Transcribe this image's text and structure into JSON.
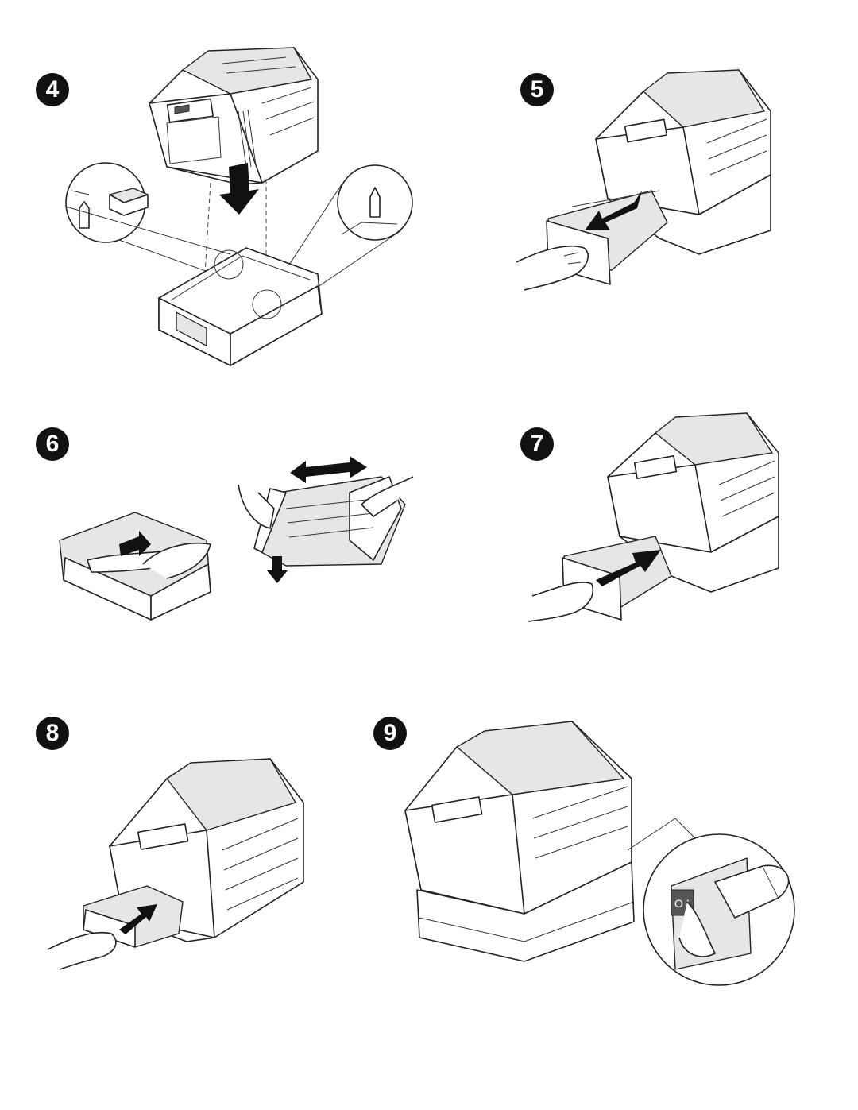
{
  "steps": [
    {
      "number": "4"
    },
    {
      "number": "5"
    },
    {
      "number": "6"
    },
    {
      "number": "7"
    },
    {
      "number": "8"
    },
    {
      "number": "9"
    }
  ],
  "switch_label": "O I"
}
